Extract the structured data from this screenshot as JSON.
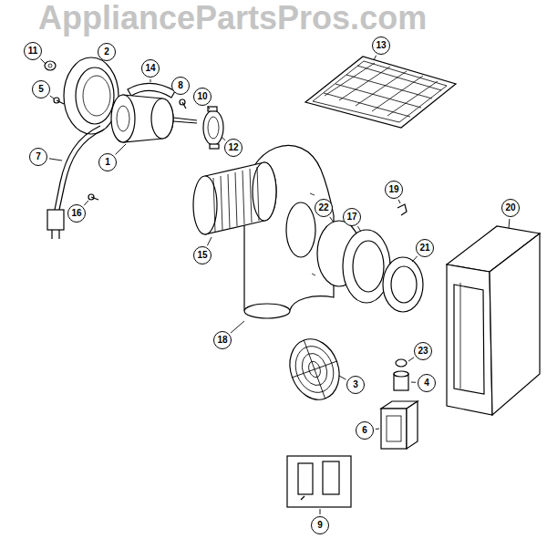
{
  "diagram": {
    "labels": [
      "AppliancePartsPros.com",
      "11",
      "2",
      "5",
      "14",
      "8",
      "10",
      "7",
      "1",
      "12",
      "16",
      "15",
      "13",
      "19",
      "20",
      "22",
      "17",
      "21",
      "18",
      "3",
      "23",
      "4",
      "6",
      "9"
    ]
  }
}
